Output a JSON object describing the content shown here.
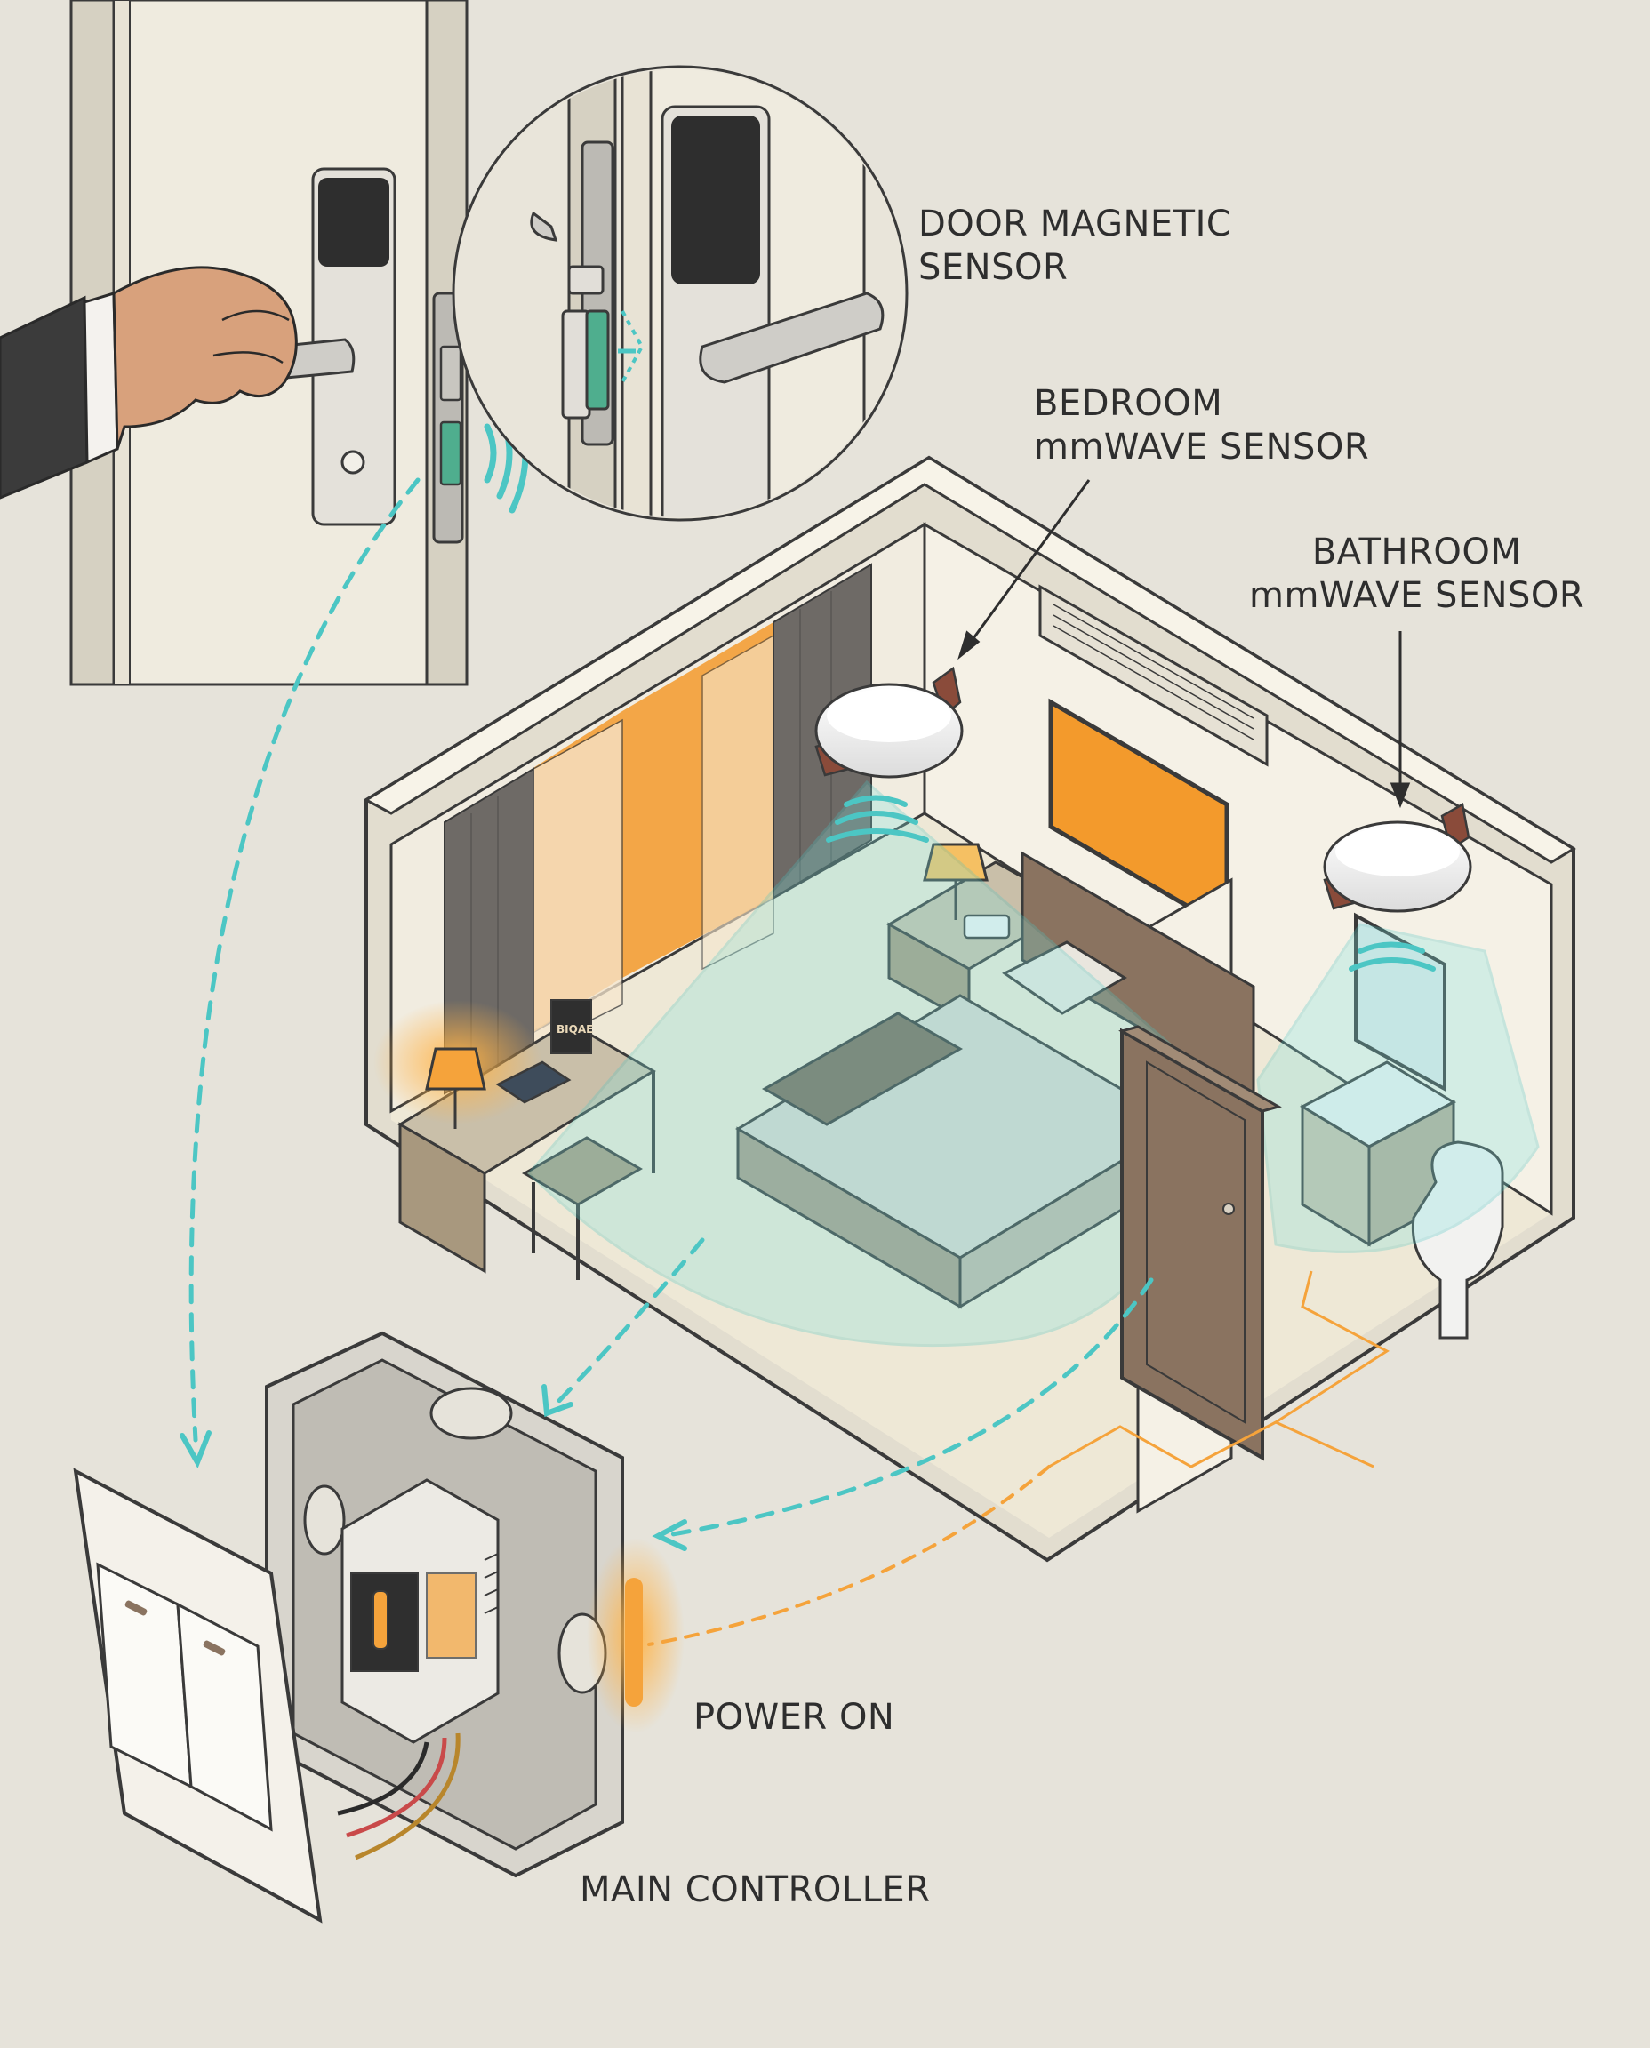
{
  "labels": {
    "door_sensor": {
      "line1": "DOOR MAGNETIC",
      "line2": "SENSOR"
    },
    "bedroom_sensor": {
      "line1": "BEDROOM",
      "line2": "mmWAVE SENSOR"
    },
    "bathroom_sensor": {
      "line1": "BATHROOM",
      "line2": "mmWAVE SENSOR"
    },
    "power": "POWER ON",
    "controller": "MAIN CONTROLLER"
  },
  "props": {
    "desk_book_cover": "BIQAE"
  },
  "colors": {
    "background": "#e6e3da",
    "signal_teal": "#4cc6c4",
    "power_orange": "#f5a33b",
    "outline": "#3a3a3a",
    "wall": "#f3efe3",
    "floor": "#eee8d6",
    "wood": "#8a7360",
    "curtain": "#6e6a66",
    "window_glow": "#f39a2c",
    "sensor_body": "#ffffff"
  },
  "icons": [
    "hand-icon",
    "door-lock-icon",
    "magnetic-sensor-icon",
    "wireless-waves-icon",
    "ceiling-sensor-icon",
    "light-switch-icon",
    "controller-box-icon"
  ]
}
